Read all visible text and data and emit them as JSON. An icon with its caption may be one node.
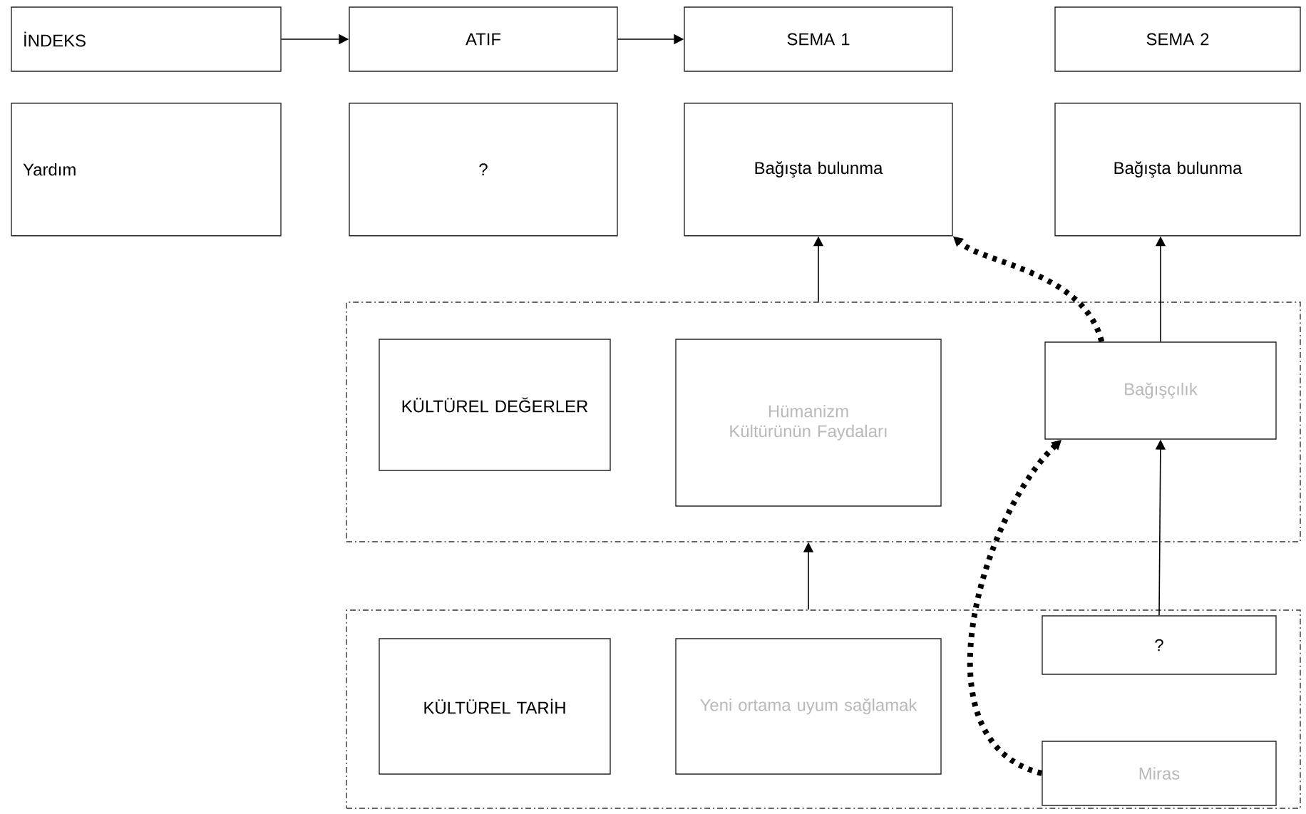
{
  "diagram": {
    "nodes": [
      {
        "text": [
          "İNDEKS"
        ]
      },
      {
        "text": [
          "ATIF"
        ]
      },
      {
        "text": [
          "SEMA 1"
        ]
      },
      {
        "text": [
          "SEMA 2"
        ]
      },
      {
        "text": [
          "Yardım"
        ]
      },
      {
        "text": [
          "?"
        ]
      },
      {
        "text": [
          "Bağışta bulunma"
        ]
      },
      {
        "text": [
          "Bağışta bulunma"
        ]
      },
      {
        "text": [],
        "shape": "box"
      },
      {
        "text": [
          "KÜLTÜREL DEĞERLER"
        ],
        "in": 8
      },
      {
        "text": [
          "Hümanizm Kültürünün Faydaları"
        ],
        "in": 8
      },
      {
        "text": [
          "Bağışçılık"
        ],
        "in": 8
      },
      {
        "text": [],
        "shape": "box"
      },
      {
        "text": [
          "KÜLTÜREL TARİH"
        ],
        "in": 12
      },
      {
        "text": [
          "Yeni ortama uyum sağlamak"
        ],
        "in": 12
      },
      {
        "text": [
          "?"
        ],
        "in": 12
      },
      {
        "text": [
          "Miras"
        ],
        "in": 12
      }
    ],
    "edges": [
      {
        "from": 0,
        "to": 1,
        "arrow": "to"
      },
      {
        "from": 1,
        "to": 2,
        "arrow": "to"
      },
      {
        "from": 8,
        "to": 6,
        "arrow": "to"
      },
      {
        "from": 11,
        "to": 7,
        "arrow": "to"
      },
      {
        "from": 11,
        "to": 6,
        "arrow": "to",
        "style": "dashed"
      },
      {
        "from": 12,
        "to": 8,
        "arrow": "to"
      },
      {
        "from": 15,
        "to": 11,
        "arrow": "to"
      },
      {
        "from": 16,
        "to": 11,
        "arrow": "to",
        "style": "dashed"
      }
    ]
  }
}
